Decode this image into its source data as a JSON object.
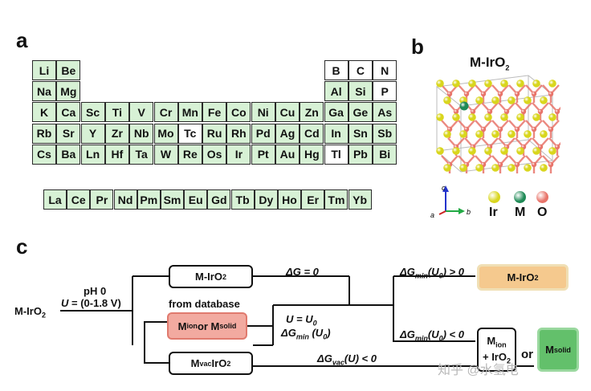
{
  "panels": {
    "a": "a",
    "b": "b",
    "c": "c"
  },
  "periodic_table": {
    "main": [
      {
        "sym": "Li",
        "row": 0,
        "col": 0,
        "on": true
      },
      {
        "sym": "Be",
        "row": 0,
        "col": 1,
        "on": true
      },
      {
        "sym": "B",
        "row": 0,
        "col": 12,
        "on": false
      },
      {
        "sym": "C",
        "row": 0,
        "col": 13,
        "on": false
      },
      {
        "sym": "N",
        "row": 0,
        "col": 14,
        "on": false
      },
      {
        "sym": "Na",
        "row": 1,
        "col": 0,
        "on": true
      },
      {
        "sym": "Mg",
        "row": 1,
        "col": 1,
        "on": true
      },
      {
        "sym": "Al",
        "row": 1,
        "col": 12,
        "on": true
      },
      {
        "sym": "Si",
        "row": 1,
        "col": 13,
        "on": true
      },
      {
        "sym": "P",
        "row": 1,
        "col": 14,
        "on": false
      },
      {
        "sym": "K",
        "row": 2,
        "col": 0,
        "on": true
      },
      {
        "sym": "Ca",
        "row": 2,
        "col": 1,
        "on": true
      },
      {
        "sym": "Sc",
        "row": 2,
        "col": 2,
        "on": true
      },
      {
        "sym": "Ti",
        "row": 2,
        "col": 3,
        "on": true
      },
      {
        "sym": "V",
        "row": 2,
        "col": 4,
        "on": true
      },
      {
        "sym": "Cr",
        "row": 2,
        "col": 5,
        "on": true
      },
      {
        "sym": "Mn",
        "row": 2,
        "col": 6,
        "on": true
      },
      {
        "sym": "Fe",
        "row": 2,
        "col": 7,
        "on": true
      },
      {
        "sym": "Co",
        "row": 2,
        "col": 8,
        "on": true
      },
      {
        "sym": "Ni",
        "row": 2,
        "col": 9,
        "on": true
      },
      {
        "sym": "Cu",
        "row": 2,
        "col": 10,
        "on": true
      },
      {
        "sym": "Zn",
        "row": 2,
        "col": 11,
        "on": true
      },
      {
        "sym": "Ga",
        "row": 2,
        "col": 12,
        "on": true
      },
      {
        "sym": "Ge",
        "row": 2,
        "col": 13,
        "on": true
      },
      {
        "sym": "As",
        "row": 2,
        "col": 14,
        "on": true
      },
      {
        "sym": "Rb",
        "row": 3,
        "col": 0,
        "on": true
      },
      {
        "sym": "Sr",
        "row": 3,
        "col": 1,
        "on": true
      },
      {
        "sym": "Y",
        "row": 3,
        "col": 2,
        "on": true
      },
      {
        "sym": "Zr",
        "row": 3,
        "col": 3,
        "on": true
      },
      {
        "sym": "Nb",
        "row": 3,
        "col": 4,
        "on": true
      },
      {
        "sym": "Mo",
        "row": 3,
        "col": 5,
        "on": true
      },
      {
        "sym": "Tc",
        "row": 3,
        "col": 6,
        "on": false
      },
      {
        "sym": "Ru",
        "row": 3,
        "col": 7,
        "on": true
      },
      {
        "sym": "Rh",
        "row": 3,
        "col": 8,
        "on": true
      },
      {
        "sym": "Pd",
        "row": 3,
        "col": 9,
        "on": true
      },
      {
        "sym": "Ag",
        "row": 3,
        "col": 10,
        "on": true
      },
      {
        "sym": "Cd",
        "row": 3,
        "col": 11,
        "on": true
      },
      {
        "sym": "In",
        "row": 3,
        "col": 12,
        "on": true
      },
      {
        "sym": "Sn",
        "row": 3,
        "col": 13,
        "on": true
      },
      {
        "sym": "Sb",
        "row": 3,
        "col": 14,
        "on": true
      },
      {
        "sym": "Cs",
        "row": 4,
        "col": 0,
        "on": true
      },
      {
        "sym": "Ba",
        "row": 4,
        "col": 1,
        "on": true
      },
      {
        "sym": "Ln",
        "row": 4,
        "col": 2,
        "on": true
      },
      {
        "sym": "Hf",
        "row": 4,
        "col": 3,
        "on": true
      },
      {
        "sym": "Ta",
        "row": 4,
        "col": 4,
        "on": true
      },
      {
        "sym": "W",
        "row": 4,
        "col": 5,
        "on": true
      },
      {
        "sym": "Re",
        "row": 4,
        "col": 6,
        "on": true
      },
      {
        "sym": "Os",
        "row": 4,
        "col": 7,
        "on": true
      },
      {
        "sym": "Ir",
        "row": 4,
        "col": 8,
        "on": true
      },
      {
        "sym": "Pt",
        "row": 4,
        "col": 9,
        "on": true
      },
      {
        "sym": "Au",
        "row": 4,
        "col": 10,
        "on": true
      },
      {
        "sym": "Hg",
        "row": 4,
        "col": 11,
        "on": true
      },
      {
        "sym": "Tl",
        "row": 4,
        "col": 12,
        "on": false
      },
      {
        "sym": "Pb",
        "row": 4,
        "col": 13,
        "on": true
      },
      {
        "sym": "Bi",
        "row": 4,
        "col": 14,
        "on": true
      }
    ],
    "lanthanides": [
      {
        "sym": "La",
        "on": true
      },
      {
        "sym": "Ce",
        "on": true
      },
      {
        "sym": "Pr",
        "on": true
      },
      {
        "sym": "Nd",
        "on": true
      },
      {
        "sym": "Pm",
        "on": true
      },
      {
        "sym": "Sm",
        "on": true
      },
      {
        "sym": "Eu",
        "on": true
      },
      {
        "sym": "Gd",
        "on": true
      },
      {
        "sym": "Tb",
        "on": true
      },
      {
        "sym": "Dy",
        "on": true
      },
      {
        "sym": "Ho",
        "on": true
      },
      {
        "sym": "Er",
        "on": true
      },
      {
        "sym": "Tm",
        "on": true
      },
      {
        "sym": "Yb",
        "on": true
      }
    ]
  },
  "crystal": {
    "title": "M-IrO",
    "title_sub": "2",
    "axes": {
      "c": "c",
      "a": "a",
      "b": "b"
    },
    "legend": [
      {
        "label": "Ir",
        "color": "#d9d61d"
      },
      {
        "label": "M",
        "color": "#1f8a56"
      },
      {
        "label": "O",
        "color": "#e8746a"
      }
    ]
  },
  "flow": {
    "start": "M-IrO",
    "start_sub": "2",
    "cond1": "pH 0",
    "cond2_var": "U",
    "cond2_val": " = (0-1.8 V)",
    "box_mirox": "M-IrO",
    "box_mirox_sub": "2",
    "from_db": "from database",
    "box_mion_a": "M",
    "box_mion_sub": "ion",
    "box_mion_or": " or M",
    "box_msolid_sub": "solid",
    "box_mvac_m": "M",
    "box_mvac_sub": "vac",
    "box_mvac_rest": " IrO",
    "box_mvac_sub2": "2",
    "dg0": "ΔG = 0",
    "u_eq": "U = U",
    "u_eq_sub": "0",
    "dgmin_a": "ΔG",
    "dgmin_sub": "min",
    "dgmin_b": " (U",
    "dgmin_sub0": "0",
    "dgmin_c": ")",
    "gt0_a": "ΔG",
    "gt0_sub": "min",
    "gt0_b": "(U",
    "gt0_sub0": "0",
    "gt0_c": ") > 0",
    "lt0_a": "ΔG",
    "lt0_sub": "min",
    "lt0_b": "(U",
    "lt0_sub0": "0",
    "lt0_c": ") < 0",
    "vac_a": "ΔG",
    "vac_sub": "vac",
    "vac_b": "(U) < 0",
    "out_mirox": "M-IrO",
    "out_mirox_sub": "2",
    "out_mion_m": "M",
    "out_mion_sub": "ion",
    "out_mion_line2": "+ IrO",
    "out_mion_sub2": "2",
    "or": "or",
    "out_msolid_m": "M",
    "out_msolid_sub": "solid"
  },
  "watermark": "知乎 @水氢电",
  "colors": {
    "green_cell": "#d7f1d5",
    "orange_box": "#f5c98e",
    "red_box": "#f2aaa0",
    "green_box": "#63c06b"
  }
}
